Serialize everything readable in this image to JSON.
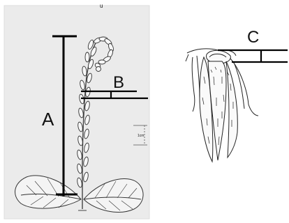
{
  "labels": {
    "A": "A",
    "B": "B",
    "C": "C",
    "scale": "1cm"
  }
}
